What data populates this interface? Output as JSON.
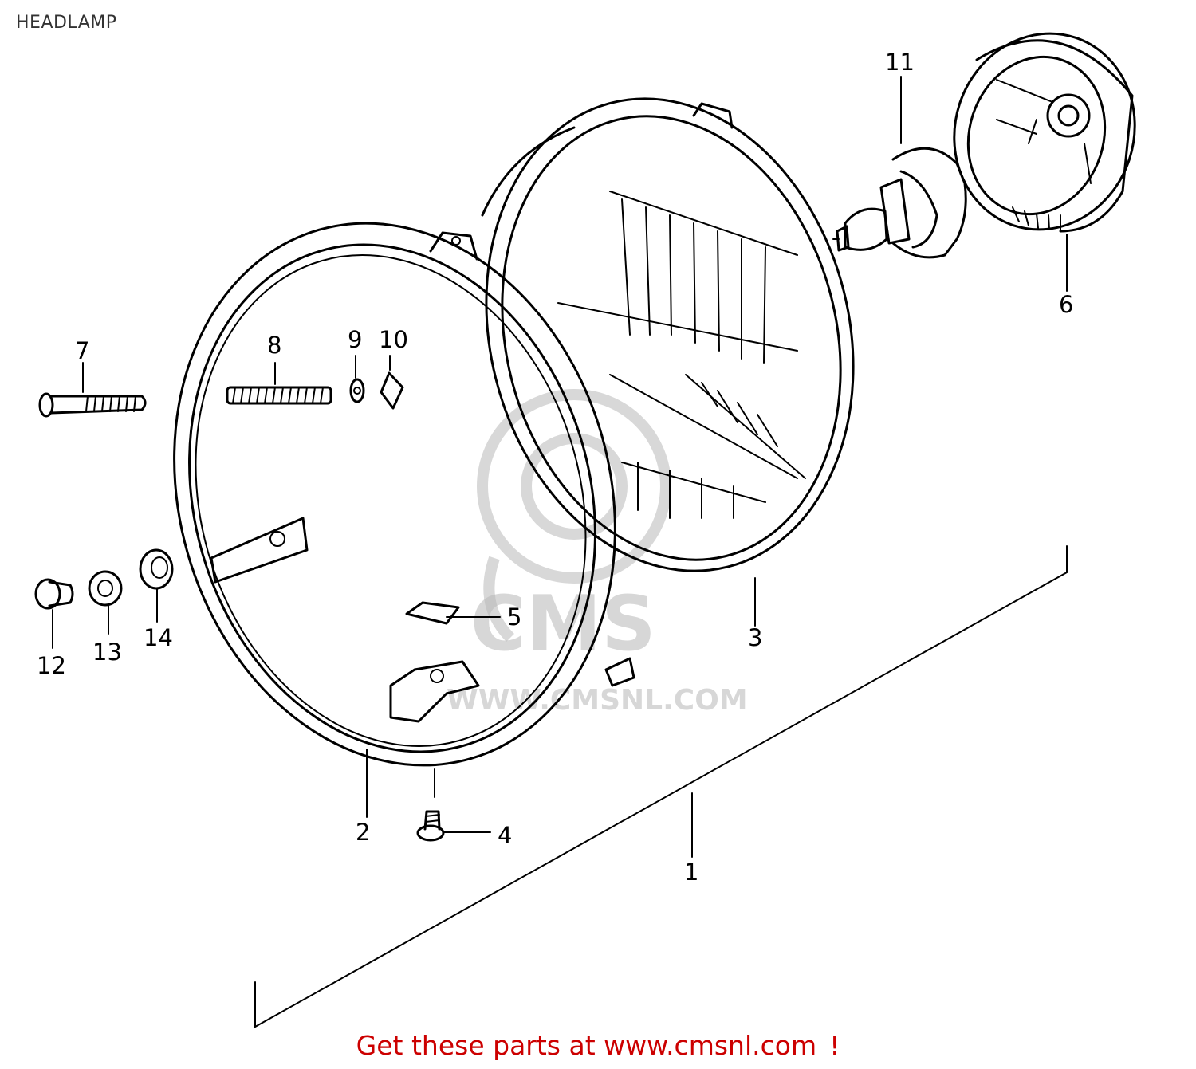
{
  "title": "HEADLAMP",
  "watermark": {
    "logo_text": "CMS",
    "url_text": "WWW.CMSNL.COM"
  },
  "callouts": {
    "p1": "1",
    "p2": "2",
    "p3": "3",
    "p4": "4",
    "p5": "5",
    "p6": "6",
    "p7": "7",
    "p8": "8",
    "p9": "9",
    "p10": "10",
    "p11": "11",
    "p12": "12",
    "p13": "13",
    "p14": "14"
  },
  "footer": {
    "text": "Get these parts at www.cmsnl.com",
    "suffix": "!"
  },
  "colors": {
    "footer_text": "#cc0000",
    "line_art": "#000000",
    "watermark": "#b8b8b8"
  }
}
